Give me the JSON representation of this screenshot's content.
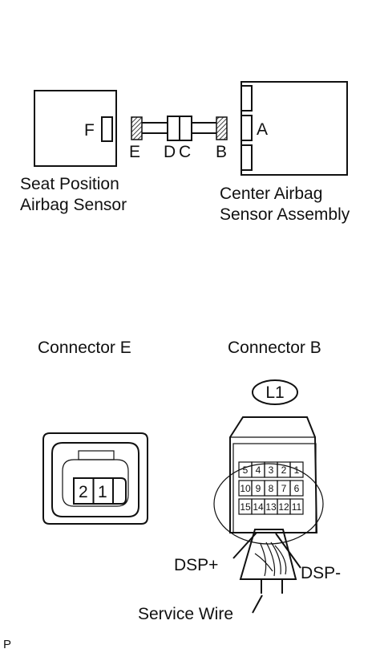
{
  "top_diagram": {
    "seat_sensor": {
      "label_line1": "Seat Position",
      "label_line2": "Airbag Sensor",
      "connector": "F"
    },
    "center_sensor": {
      "label_line1": "Center Airbag",
      "label_line2": "Sensor Assembly",
      "connector": "A"
    },
    "harness_connectors": {
      "e": "E",
      "d": "D",
      "c": "C",
      "b": "B"
    }
  },
  "connector_e": {
    "title": "Connector E",
    "pins": [
      "2",
      "1"
    ]
  },
  "connector_b": {
    "title": "Connector B",
    "badge": "L1",
    "row1": [
      "5",
      "4",
      "3",
      "2",
      "1"
    ],
    "row2": [
      "10",
      "9",
      "8",
      "7",
      "6"
    ],
    "row3": [
      "15",
      "14",
      "13",
      "12",
      "11"
    ],
    "dsp_plus": "DSP+",
    "dsp_minus": "DSP-",
    "service_wire": "Service Wire"
  },
  "footer_mark": "P"
}
